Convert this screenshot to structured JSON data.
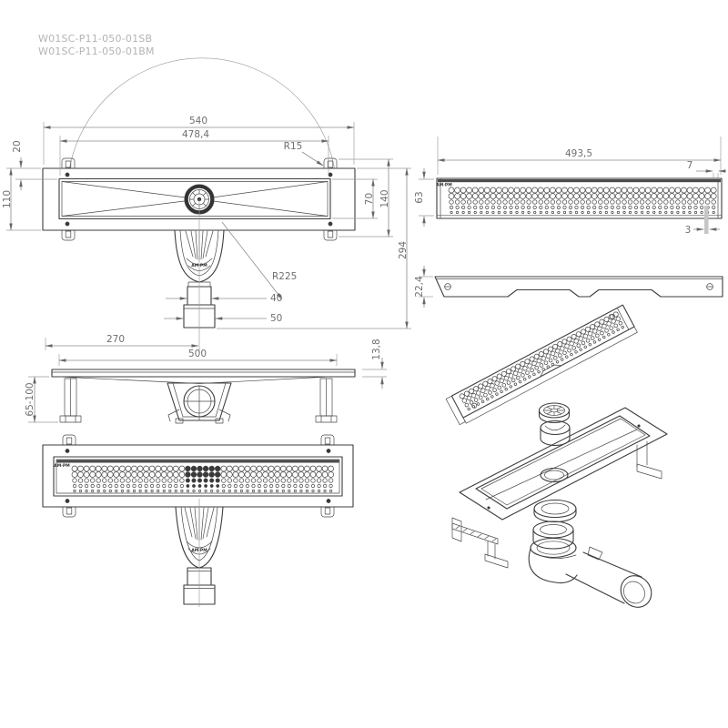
{
  "part_numbers": {
    "line1": "W01SC-P11-050-01SB",
    "line2": "W01SC-P11-050-01BM"
  },
  "brand": "AM·PM",
  "dims": {
    "overall_width": "540",
    "inner_width": "478,4",
    "corner_radius": "R15",
    "flange_offset": "20",
    "body_width": "110",
    "channel_width": "70",
    "mount_width": "140",
    "total_depth": "294",
    "swivel_radius": "R225",
    "pipe_diameter": "40",
    "coupling_diameter": "50",
    "drain_offset": "270",
    "body_length": "500",
    "edge_height": "13,8",
    "grate_length": "493,5",
    "grate_end_gap": "7",
    "grate_width": "63",
    "slot_width": "3",
    "frame_height": "22,4",
    "leg_height_range": "65-100"
  },
  "colors": {
    "line": "#3d3d3d",
    "dim": "#6f6f6f",
    "pn": "#b4b4b4",
    "bg": "#ffffff"
  }
}
